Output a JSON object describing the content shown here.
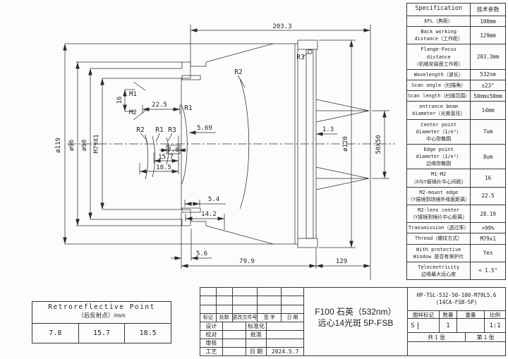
{
  "drawing": {
    "dims": {
      "overall": "203.3",
      "bwd": "129",
      "body": "79.9",
      "flange": "5.6",
      "d54": "5.4",
      "d142": "14.2",
      "d13": "1.3",
      "d569": "5.69",
      "p1": "7.8",
      "p2": "15.7",
      "p3": "18.5",
      "m2r1": "22.5",
      "m1m2": "16",
      "dia119": "ø119",
      "dia96": "ø96",
      "dia90": "ø90",
      "thread": "M79X1",
      "dia120": "ø120",
      "field": "50X50"
    },
    "labels": {
      "m1": "M1",
      "m2": "M2",
      "r1": "R1",
      "r2": "R2",
      "r3": "R3"
    }
  },
  "spec_table": {
    "header_en": "Specification",
    "header_zh": "技术参数",
    "rows": [
      {
        "label": "EFL（焦距）",
        "value": "100mm"
      },
      {
        "label": "Back working\ndistance（工作距）",
        "value": "129mm"
      },
      {
        "label": "Flange-Focus\ndistance\n（机械安装面工作距）",
        "value": "203.3mm"
      },
      {
        "label": "Wavelength（波长）",
        "value": "532nm"
      },
      {
        "label": "Scan angle（扫描角）",
        "value": "±23°"
      },
      {
        "label": "Scan length（扫描范围）",
        "value": "50mmx50mm"
      },
      {
        "label": "entrance beam\ndiameter（光束直径）",
        "value": "14mm"
      },
      {
        "label": "Center point\ndiameter（1/e²）\n中心弥散圆",
        "value": "7um"
      },
      {
        "label": "Edge point\ndiameter（1/e²）\n边缘弥散圆",
        "value": "8um"
      },
      {
        "label": "M1-M2\n（X与Y振镜片中心间距）",
        "value": "16"
      },
      {
        "label": "M2-mount edge\n（Y振镜到场镜外缘面距离）",
        "value": "22.5"
      },
      {
        "label": "M2-lens center\n（Y振镜到镜片中心距离）",
        "value": "28.19"
      },
      {
        "label": "Transmission（透过率）",
        "value": ">99%"
      },
      {
        "label": "Thread（螺纹方式）",
        "value": "M79x1"
      },
      {
        "label": "With protective\nWindow 是否有保护片",
        "value": "Yes"
      },
      {
        "label": "Telecentricity\n边缘最大远心度",
        "value": "< 1.5°"
      }
    ]
  },
  "retro_table": {
    "title_en": "Retroreflective Point",
    "title_zh": "（后反射点）/mm",
    "values": [
      "7.8",
      "15.7",
      "18.5"
    ]
  },
  "title_block": {
    "part_no1": "HP-TSL-532-50-100-M79L5.6",
    "part_no2": "(14CA-FSB-5P)",
    "name1": "F100 石英（532nm）",
    "name2": "远心14光斑 5P-FSB",
    "rev_cols": [
      "标记",
      "处数",
      "更改文件号",
      "签 字",
      "日 期"
    ],
    "rev_rows": [
      {
        "a": "设计",
        "b": "标准化",
        "c": ""
      },
      {
        "a": "校对",
        "b": "批准",
        "c": ""
      },
      {
        "a": "审核",
        "b": "",
        "c": ""
      },
      {
        "a": "工艺",
        "b": "日 期",
        "c": "2024.5.7"
      }
    ],
    "stamp_cols": [
      "图样标记",
      "数量",
      "重量",
      "比例"
    ],
    "mark": "S",
    "qty": "1",
    "weight": "",
    "scale": "1:1",
    "sheets_total": "共 1 张",
    "sheet_no": "第 1 张"
  }
}
